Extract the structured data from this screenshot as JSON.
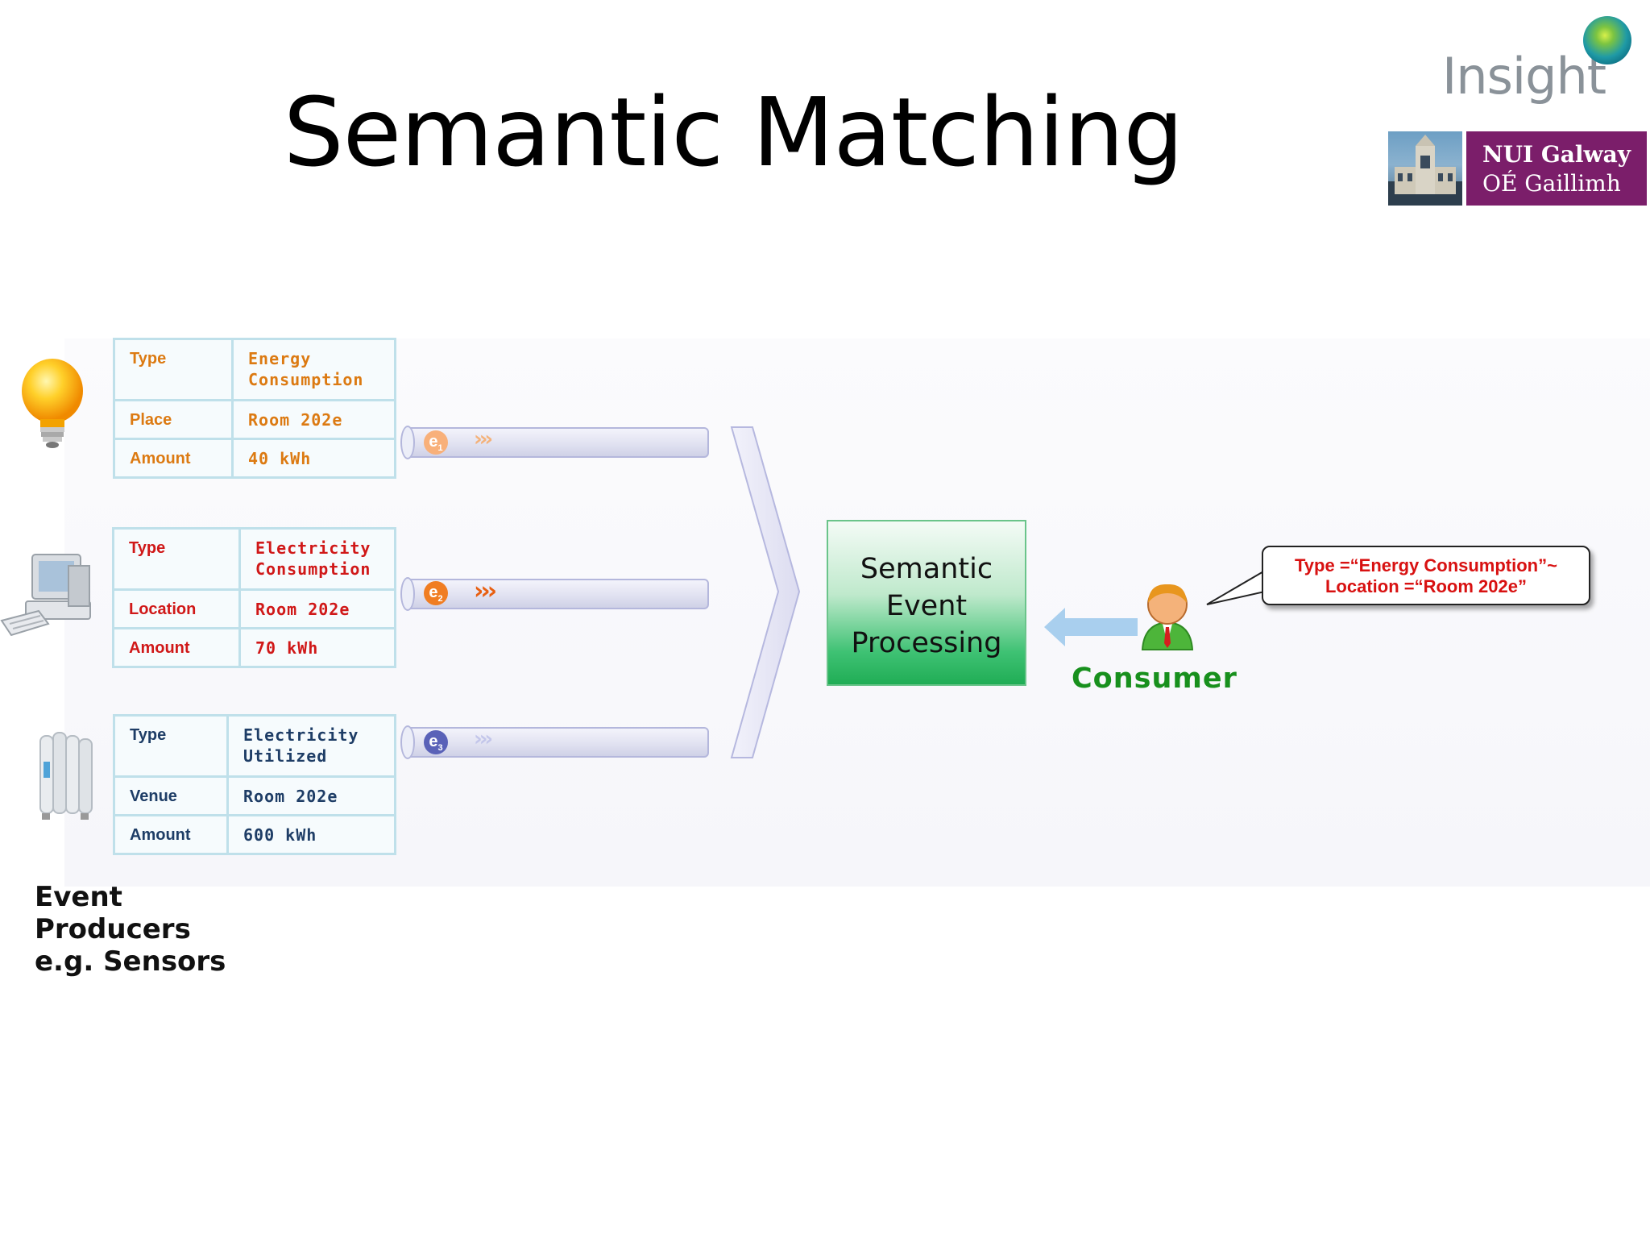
{
  "title": "Semantic Matching",
  "logos": {
    "insight": "Insight",
    "nui_line1": "NUI Galway",
    "nui_line2": "OÉ Gaillimh"
  },
  "producers": [
    {
      "icon": "light-bulb-icon",
      "rows": [
        {
          "key": "Type",
          "value": "Energy\nConsumption"
        },
        {
          "key": "Place",
          "value": "Room 202e"
        },
        {
          "key": "Amount",
          "value": "40 kWh"
        }
      ],
      "event": {
        "base": "e",
        "sub": "1"
      }
    },
    {
      "icon": "computer-icon",
      "rows": [
        {
          "key": "Type",
          "value": "Electricity\nConsumption"
        },
        {
          "key": "Location",
          "value": "Room 202e"
        },
        {
          "key": "Amount",
          "value": "70 kWh"
        }
      ],
      "event": {
        "base": "e",
        "sub": "2"
      }
    },
    {
      "icon": "radiator-icon",
      "rows": [
        {
          "key": "Type",
          "value": "Electricity\nUtilized"
        },
        {
          "key": "Venue",
          "value": "Room 202e"
        },
        {
          "key": "Amount",
          "value": "600 kWh"
        }
      ],
      "event": {
        "base": "e",
        "sub": "3"
      }
    }
  ],
  "processing": {
    "line1": "Semantic",
    "line2": "Event",
    "line3": "Processing"
  },
  "consumer": {
    "label": "Consumer",
    "subscription_line1": "Type =“Energy Consumption”~",
    "subscription_line2": "Location =“Room 202e”"
  },
  "producers_caption": {
    "line1": "Event",
    "line2": "Producers",
    "line3": "e.g. Sensors"
  },
  "colors": {
    "table1_text": "#dc7a12",
    "table2_text": "#d01818",
    "table3_text": "#1e3d66",
    "processing_green": "#20ad55",
    "consumer_green": "#18901d",
    "bubble_text": "#d81111"
  }
}
